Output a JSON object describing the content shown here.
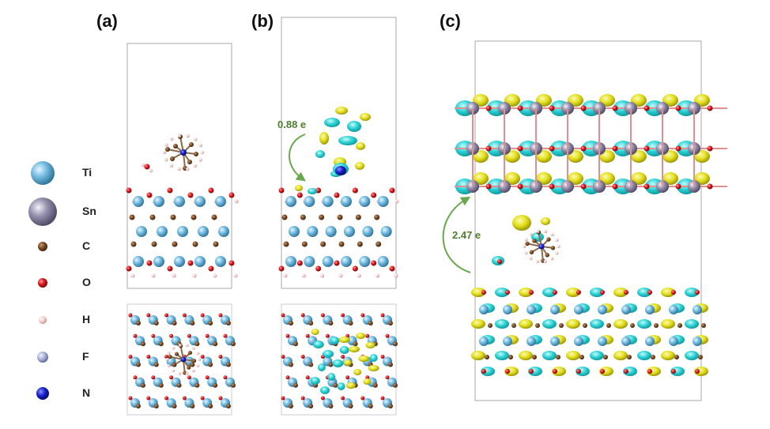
{
  "panels": {
    "a": {
      "label": "(a)"
    },
    "b": {
      "label": "(b)",
      "charge_transfer": "0.88 e"
    },
    "c": {
      "label": "(c)",
      "charge_transfer": "2.47 e"
    }
  },
  "legend": [
    {
      "element": "Ti",
      "color": "#6fb7dc"
    },
    {
      "element": "Sn",
      "color": "#8e8aa3"
    },
    {
      "element": "C",
      "color": "#7a4a23"
    },
    {
      "element": "O",
      "color": "#d9141a"
    },
    {
      "element": "H",
      "color": "#f0c7c5"
    },
    {
      "element": "F",
      "color": "#a9b3d9"
    },
    {
      "element": "N",
      "color": "#1520c9"
    }
  ],
  "colors": {
    "arrow_green": "#6aa84f",
    "annot_green": "#4f7d2f",
    "isosurface_cyan": "#22d3d3",
    "isosurface_yellow": "#e6e21d",
    "cell_outline": "#aaaaaa"
  }
}
